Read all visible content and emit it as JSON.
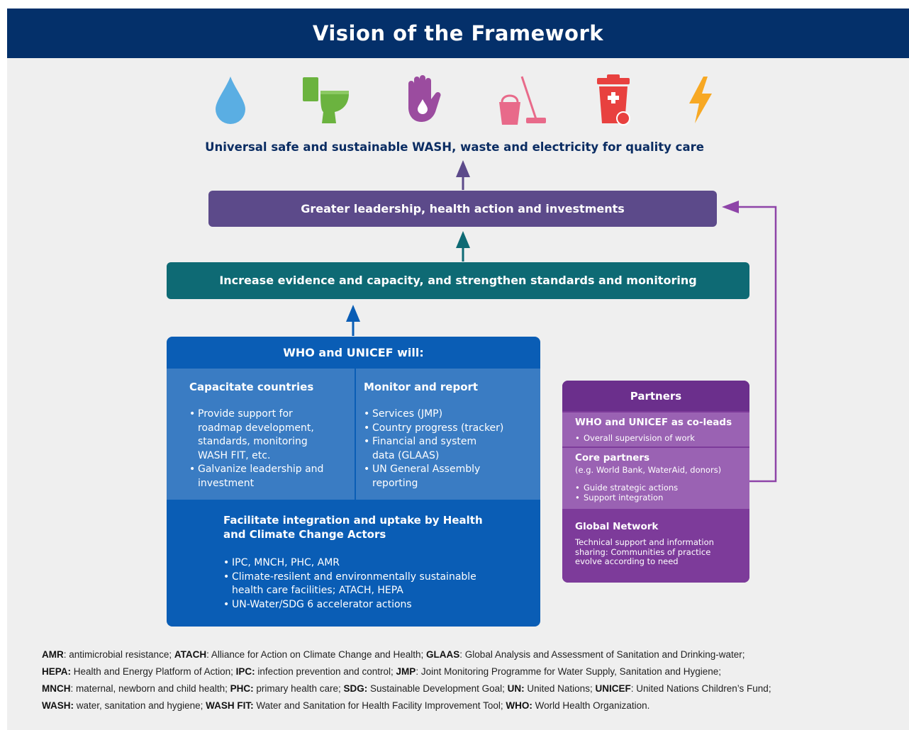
{
  "title": "Vision of the Framework",
  "icons": [
    "water-drop-icon",
    "toilet-icon",
    "hand-hygiene-icon",
    "cleaning-bucket-mop-icon",
    "healthcare-waste-bin-icon",
    "electricity-bolt-icon"
  ],
  "goal": "Universal safe and sustainable WASH, waste and electricity for quality care",
  "bar_leadership": "Greater leadership, health action and investments",
  "bar_evidence": "Increase evidence and capacity, and strengthen standards and monitoring",
  "who": {
    "title": "WHO and UNICEF will:",
    "left": {
      "heading": "Capacitate countries",
      "items": [
        "Provide support for roadmap development, standards, monitoring WASH FIT, etc.",
        "Galvanize leadership and investment"
      ]
    },
    "right": {
      "heading": "Monitor and report",
      "items": [
        "Services (JMP)",
        "Country progress (tracker)",
        "Financial and system data (GLAAS)",
        "UN General Assembly reporting"
      ]
    },
    "bottom": {
      "heading": "Facilitate integration and uptake by Health and Climate Change Actors",
      "items": [
        "IPC, MNCH, PHC, AMR",
        "Climate-resilent and environmentally sustainable health care facilities; ATACH, HEPA",
        "UN-Water/SDG 6 accelerator actions"
      ]
    }
  },
  "partners": {
    "title": "Partners",
    "s1_heading": "WHO and UNICEF as co-leads",
    "s1_items": [
      "Overall supervision of work"
    ],
    "s2_heading": "Core partners",
    "s2_sub": "(e.g. World Bank, WaterAid, donors)",
    "s2_items": [
      "Guide strategic actions",
      "Support integration"
    ],
    "s3_heading": "Global Network",
    "s3_text": "Technical support and information sharing: Communities of practice evolve according to need"
  },
  "abbreviations": [
    {
      "abbr": "AMR",
      "sep": ": ",
      "def": "antimicrobial resistance; "
    },
    {
      "abbr": "ATACH",
      "sep": ": ",
      "def": "Alliance for Action on Climate Change and Health; "
    },
    {
      "abbr": "GLAAS",
      "sep": ": ",
      "def": "Global Analysis and Assessment of Sanitation and Drinking-water; "
    },
    {
      "abbr": "HEPA:",
      "sep": " ",
      "def": "Health and Energy Platform of Action; "
    },
    {
      "abbr": "IPC:",
      "sep": " ",
      "def": "infection prevention and control; "
    },
    {
      "abbr": "JMP",
      "sep": ": ",
      "def": "Joint Monitoring Programme for Water Supply, Sanitation and Hygiene; "
    },
    {
      "abbr": "MNCH",
      "sep": ": ",
      "def": "maternal, newborn and child health; "
    },
    {
      "abbr": "PHC:",
      "sep": " ",
      "def": "primary health care; "
    },
    {
      "abbr": "SDG:",
      "sep": " ",
      "def": "Sustainable Development Goal; "
    },
    {
      "abbr": "UN:",
      "sep": " ",
      "def": "United Nations; "
    },
    {
      "abbr": "UNICEF",
      "sep": ": ",
      "def": "United Nations Children’s Fund; "
    },
    {
      "abbr": "WASH:",
      "sep": " ",
      "def": "water, sanitation and hygiene; "
    },
    {
      "abbr": "WASH FIT:",
      "sep": " ",
      "def": "Water and Sanitation for Health Facility Improvement Tool; "
    },
    {
      "abbr": "WHO:",
      "sep": " ",
      "def": "World Health Organization."
    }
  ],
  "colors": {
    "header": "#04306a",
    "leadership": "#5c4a8a",
    "evidence": "#0e6a74",
    "who": "#0a5db5",
    "who_light": "#3a7cc3",
    "partners": "#7d3b9a",
    "partners_light": "#9a62b3"
  }
}
